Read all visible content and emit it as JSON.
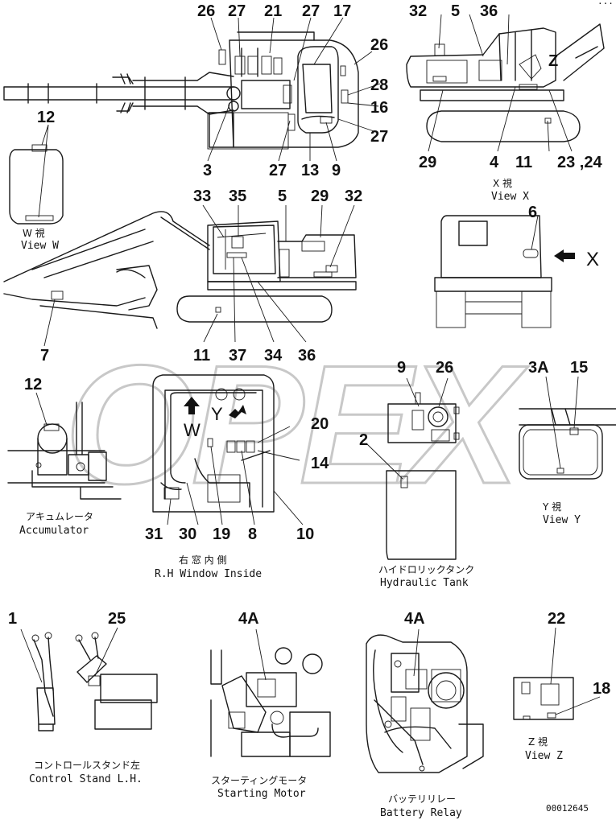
{
  "watermark": "OPEX",
  "top_dots": "···",
  "callouts": {
    "n26a": "26",
    "n27a": "27",
    "n21": "21",
    "n27b": "27",
    "n17": "17",
    "n26b": "26",
    "n28": "28",
    "n16": "16",
    "n27c": "27",
    "n12a": "12",
    "n3": "3",
    "n27d": "27",
    "n13": "13",
    "n9a": "9",
    "n32a": "32",
    "n5a": "5",
    "n36a": "36",
    "n29a": "29",
    "n4": "4",
    "n11a": "11",
    "n23_24": "23 ,24",
    "n33": "33",
    "n35": "35",
    "n5b": "5",
    "n29b": "29",
    "n32b": "32",
    "n6": "6",
    "n7": "7",
    "n11b": "11",
    "n37": "37",
    "n34": "34",
    "n36b": "36",
    "n12b": "12",
    "n9b": "9",
    "n26c": "26",
    "n3A": "3A",
    "n15": "15",
    "n20": "20",
    "n2": "2",
    "n14": "14",
    "n31": "31",
    "n30": "30",
    "n19": "19",
    "n8": "8",
    "n10": "10",
    "n1": "1",
    "n25": "25",
    "n4Aa": "4A",
    "n4Ab": "4A",
    "n22": "22",
    "n18": "18"
  },
  "captions": {
    "view_w_jp": "W  視",
    "view_w_en": "View W",
    "view_x_jp": "X  視",
    "view_x_en": "View X",
    "view_y_jp": "Y  視",
    "view_y_en": "View Y",
    "view_z_jp": "Z  視",
    "view_z_en": "View Z",
    "accumulator_jp": "アキュムレータ",
    "accumulator_en": "Accumulator",
    "window_jp": "右 窓 内 側",
    "window_en": "R.H Window Inside",
    "hydraulic_jp": "ハイドロリックタンク",
    "hydraulic_en": "Hydraulic Tank",
    "control_jp": "コントロールスタンド左",
    "control_en": "Control Stand L.H.",
    "starting_jp": "スターティングモータ",
    "starting_en": "Starting Motor",
    "battery_jp": "バッテリリレー",
    "battery_en": "Battery Relay"
  },
  "markers": {
    "x_marker": "X",
    "z_marker": "Z",
    "w_marker": "W",
    "y_marker": "Y"
  },
  "drawing_number": "00012645"
}
